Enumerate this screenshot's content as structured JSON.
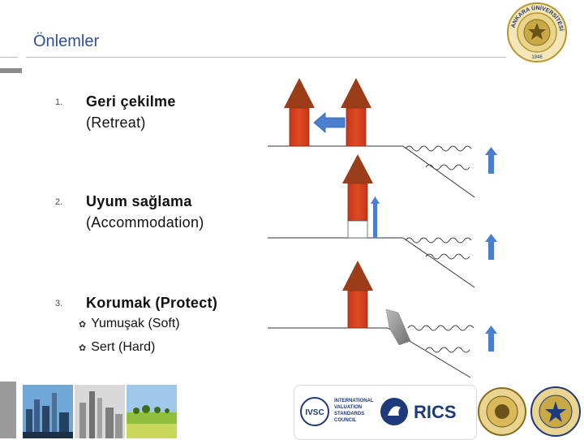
{
  "slide": {
    "title": "Önlemler",
    "items": [
      {
        "number": "1.",
        "main": "Geri çekilme",
        "sub": "(Retreat)"
      },
      {
        "number": "2.",
        "main": "Uyum sağlama",
        "sub": "(Accommodation)"
      },
      {
        "number": "3.",
        "main": "Korumak (Protect)",
        "sub": ""
      }
    ],
    "subitems": [
      "Yumuşak (Soft)",
      "Sert (Hard)"
    ]
  },
  "logo": {
    "name": "ANKARA ÜNİVERSİTESİ",
    "year": "1946"
  },
  "footer": {
    "ivsc_text": "IVSC",
    "ivsc_line1": "INTERNATIONAL",
    "ivsc_line2": "VALUATION",
    "ivsc_line3": "STANDARDS",
    "ivsc_line4": "COUNCIL",
    "rics_text": "RICS"
  },
  "colors": {
    "title": "#2e4fa0",
    "building": "#d8401c",
    "roof": "#9a3d18",
    "water_arrow": "#4a7fcf",
    "wave": "#3a3a3a"
  }
}
